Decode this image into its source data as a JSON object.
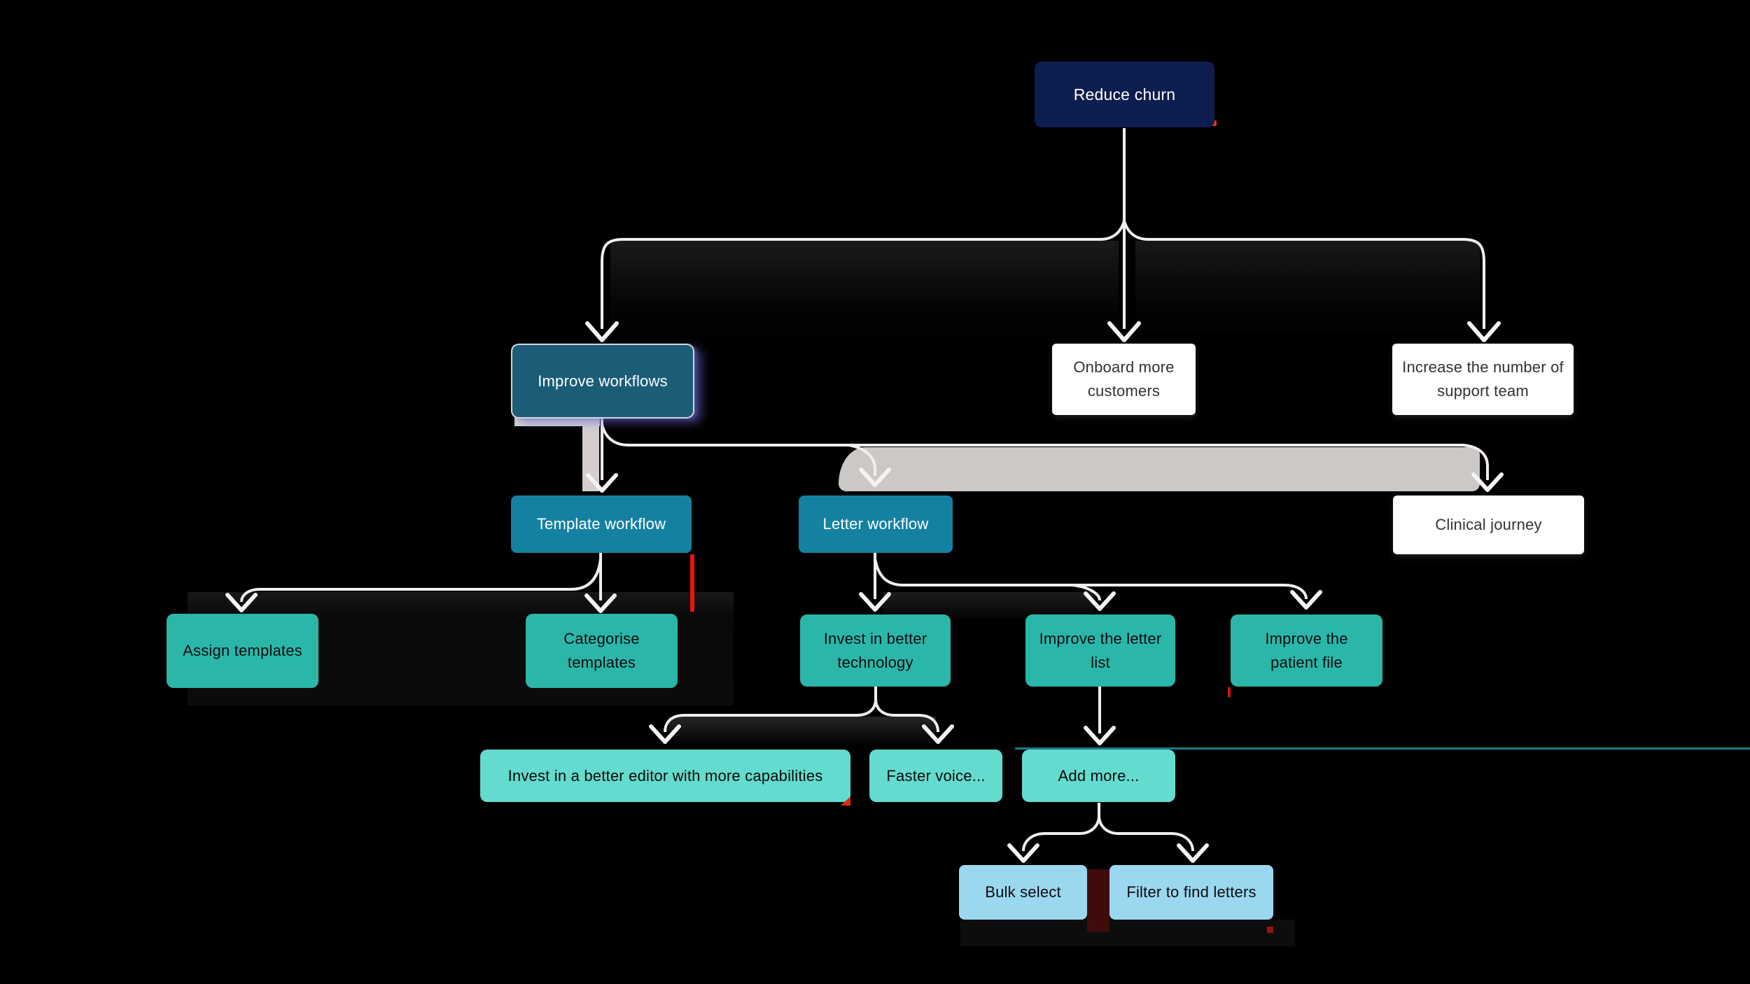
{
  "app": {
    "canvas_type": "mind-map flowchart",
    "background_color": "#000000"
  },
  "colors": {
    "background": "#000000",
    "root_node_fill": "#0d1d4f",
    "selected_node_fill": "#1b5d77",
    "selected_node_border": "#d6d6d6",
    "selected_node_glow": "#6868db",
    "workflow_node_fill": "#1581a1",
    "white_node_fill": "#ffffff",
    "level4_node_fill": "#2ab7aa",
    "level5_node_fill": "#63dbce",
    "level6_node_fill": "#9bd8f0",
    "connector_stroke": "#f0eeee",
    "highlight_band": "#cbc8c6",
    "annotation_red": "#ed1212",
    "annotation_maroon": "#3f0c0c",
    "stray_teal_line": "#177f8a"
  },
  "nodes": {
    "reduce_churn": {
      "label": "Reduce churn"
    },
    "improve_workflows": {
      "label": "Improve workflows",
      "selected": true
    },
    "onboard_more": {
      "label": "Onboard more customers"
    },
    "increase_support": {
      "label": "Increase the number of support team"
    },
    "template_workflow": {
      "label": "Template workflow"
    },
    "letter_workflow": {
      "label": "Letter workflow"
    },
    "clinical_journey": {
      "label": "Clinical journey"
    },
    "assign_templates": {
      "label": "Assign templates"
    },
    "categorise_templates": {
      "label": "Categorise templates"
    },
    "invest_better_tech": {
      "label": "Invest in better technology"
    },
    "improve_letter_list": {
      "label": "Improve the letter list"
    },
    "improve_patient_file": {
      "label": "Improve the patient file"
    },
    "invest_better_editor": {
      "label": "Invest in a better editor with more capabilities"
    },
    "faster_voice": {
      "label": "Faster voice..."
    },
    "add_more": {
      "label": "Add more..."
    },
    "bulk_select": {
      "label": "Bulk select"
    },
    "filter_letters": {
      "label": "Filter to find letters"
    }
  },
  "edges": [
    "reduce_churn -> improve_workflows",
    "reduce_churn -> onboard_more",
    "reduce_churn -> increase_support",
    "improve_workflows -> template_workflow",
    "improve_workflows -> letter_workflow",
    "improve_workflows -> clinical_journey",
    "template_workflow -> assign_templates",
    "template_workflow -> categorise_templates",
    "letter_workflow -> invest_better_tech",
    "letter_workflow -> improve_letter_list",
    "letter_workflow -> improve_patient_file",
    "invest_better_tech -> invest_better_editor",
    "invest_better_tech -> faster_voice",
    "improve_letter_list -> add_more",
    "add_more -> bulk_select",
    "add_more -> filter_letters"
  ]
}
